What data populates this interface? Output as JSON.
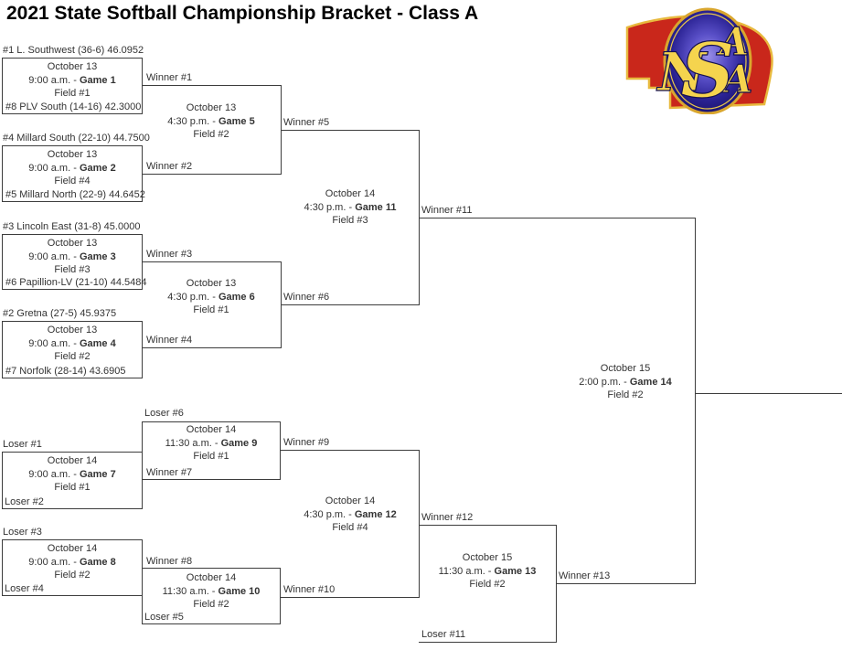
{
  "title": "2021 State Softball Championship Bracket - Class A",
  "logo": {
    "letters": [
      "N",
      "S",
      "A",
      "A"
    ],
    "colors": {
      "state_red": "#c9271b",
      "trim_gold": "#e8b93e",
      "oval_blue": "#2a2293",
      "letter_gold": "#f5d44e"
    }
  },
  "teams": {
    "seed1": "#1 L. Southwest (36-6) 46.0952",
    "seed8": "#8 PLV South (14-16) 42.3000",
    "seed4": "#4 Millard South (22-10) 44.7500",
    "seed5": "#5 Millard North (22-9) 44.6452",
    "seed3": "#3 Lincoln East (31-8) 45.0000",
    "seed6": "#6 Papillion-LV (21-10) 44.5484",
    "seed2": "#2 Gretna (27-5) 45.9375",
    "seed7": "#7 Norfolk (28-14) 43.6905"
  },
  "games": {
    "g1": {
      "date": "October 13",
      "time": "9:00 a.m. - ",
      "game": "Game 1",
      "field": "Field #1"
    },
    "g2": {
      "date": "October 13",
      "time": "9:00 a.m. - ",
      "game": "Game 2",
      "field": "Field #4"
    },
    "g3": {
      "date": "October 13",
      "time": "9:00 a.m. - ",
      "game": "Game 3",
      "field": "Field #3"
    },
    "g4": {
      "date": "October 13",
      "time": "9:00 a.m. - ",
      "game": "Game 4",
      "field": "Field #2"
    },
    "g5": {
      "date": "October 13",
      "time": "4:30 p.m. - ",
      "game": "Game 5",
      "field": "Field #2"
    },
    "g6": {
      "date": "October 13",
      "time": "4:30 p.m. - ",
      "game": "Game 6",
      "field": "Field #1"
    },
    "g7": {
      "date": "October 14",
      "time": "9:00 a.m. - ",
      "game": "Game 7",
      "field": "Field #1"
    },
    "g8": {
      "date": "October 14",
      "time": "9:00 a.m. - ",
      "game": "Game 8",
      "field": "Field #2"
    },
    "g9": {
      "date": "October 14",
      "time": "11:30 a.m. - ",
      "game": "Game 9",
      "field": "Field #1"
    },
    "g10": {
      "date": "October 14",
      "time": "11:30 a.m. - ",
      "game": "Game 10",
      "field": "Field #2"
    },
    "g11": {
      "date": "October 14",
      "time": "4:30 p.m. - ",
      "game": "Game 11",
      "field": "Field #3"
    },
    "g12": {
      "date": "October 14",
      "time": "4:30 p.m. - ",
      "game": "Game 12",
      "field": "Field #4"
    },
    "g13": {
      "date": "October 15",
      "time": "11:30 a.m. - ",
      "game": "Game 13",
      "field": "Field #2"
    },
    "g14": {
      "date": "October 15",
      "time": "2:00 p.m. - ",
      "game": "Game 14",
      "field": "Field #2"
    }
  },
  "connectors": {
    "winner1": "Winner #1",
    "winner2": "Winner #2",
    "winner3": "Winner #3",
    "winner4": "Winner #4",
    "winner5": "Winner #5",
    "winner6": "Winner #6",
    "winner7": "Winner #7",
    "winner8": "Winner #8",
    "winner9": "Winner #9",
    "winner10": "Winner #10",
    "winner11": "Winner #11",
    "winner12": "Winner #12",
    "winner13": "Winner #13",
    "loser1": "Loser #1",
    "loser2": "Loser #2",
    "loser3": "Loser #3",
    "loser4": "Loser #4",
    "loser5": "Loser #5",
    "loser6": "Loser #6",
    "loser11": "Loser #11"
  }
}
